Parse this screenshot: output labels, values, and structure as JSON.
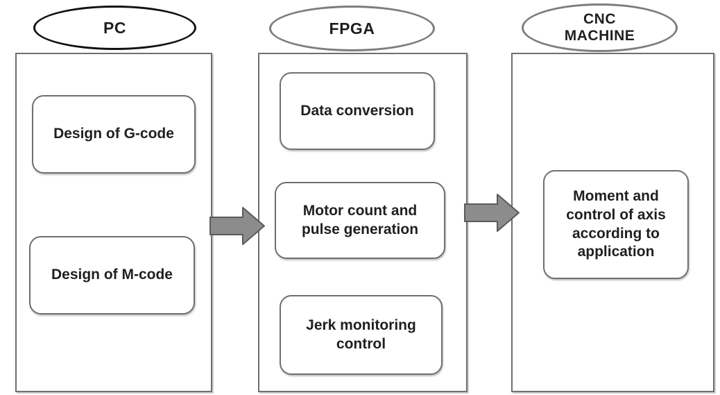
{
  "diagram": {
    "columns": [
      {
        "title": "PC",
        "boxes": [
          "Design of G-code",
          "Design of M-code"
        ]
      },
      {
        "title": "FPGA",
        "boxes": [
          "Data conversion",
          "Motor count and pulse generation",
          "Jerk monitoring control"
        ]
      },
      {
        "title": "CNC MACHINE",
        "boxes": [
          "Moment and control of axis according to application"
        ]
      }
    ],
    "arrows": [
      {
        "name": "pc-to-fpga"
      },
      {
        "name": "fpga-to-cnc"
      }
    ],
    "colors": {
      "background": "#ffffff",
      "border": "#6f6f6f",
      "pc_ellipse_stroke": "#111111",
      "gray_ellipse_stroke": "#7d7d7d",
      "arrow_fill": "#8c8c8c",
      "arrow_stroke": "#5a5a5a",
      "text": "#1f1f1f"
    }
  }
}
